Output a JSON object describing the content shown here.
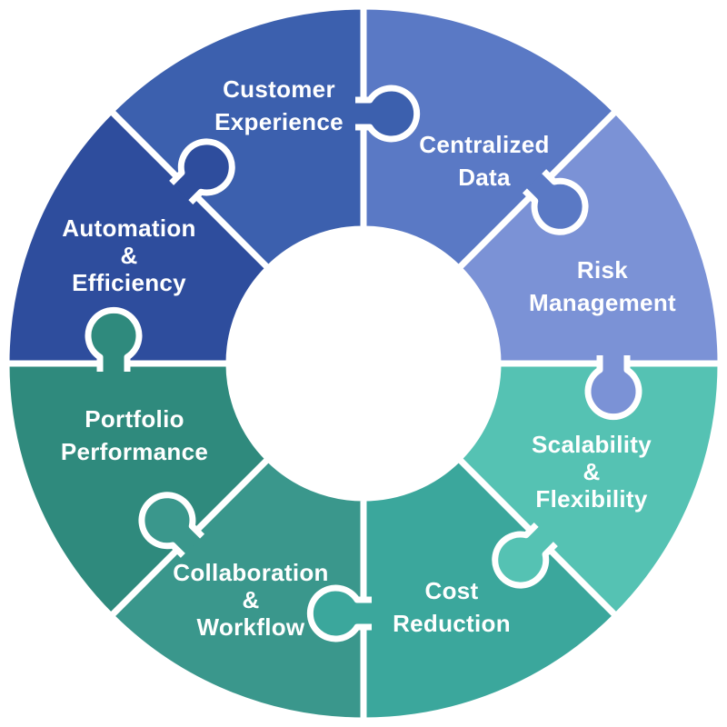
{
  "diagram": {
    "type": "puzzle-wheel",
    "background_color": "#ffffff",
    "seam_color": "#ffffff",
    "label_color": "#ffffff",
    "segments": [
      {
        "id": "customer-experience",
        "lines": [
          "Customer",
          "Experience"
        ],
        "color": "#3c60ae"
      },
      {
        "id": "centralized-data",
        "lines": [
          "Centralized",
          "Data"
        ],
        "color": "#5a79c5"
      },
      {
        "id": "risk-management",
        "lines": [
          "Risk",
          "Management"
        ],
        "color": "#7b92d6"
      },
      {
        "id": "scalability-flexibility",
        "lines": [
          "Scalability",
          "&",
          "Flexibility"
        ],
        "color": "#55c2b3"
      },
      {
        "id": "cost-reduction",
        "lines": [
          "Cost",
          "Reduction"
        ],
        "color": "#3ba79c"
      },
      {
        "id": "collaboration-workflow",
        "lines": [
          "Collaboration",
          "&",
          "Workflow"
        ],
        "color": "#3a978c"
      },
      {
        "id": "portfolio-performance",
        "lines": [
          "Portfolio",
          "Performance"
        ],
        "color": "#2f8a7d"
      },
      {
        "id": "automation-efficiency",
        "lines": [
          "Automation",
          "&",
          "Efficiency"
        ],
        "color": "#2e4d9d"
      }
    ]
  }
}
